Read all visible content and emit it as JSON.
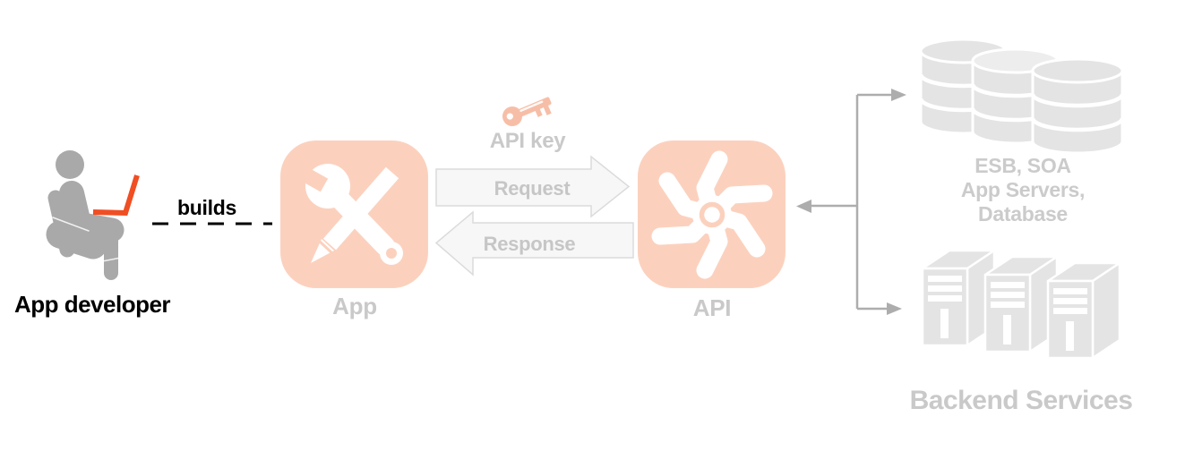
{
  "diagram": {
    "title_implicit": "App developer builds App which calls API backed by backend services"
  },
  "nodes": {
    "developer": {
      "label": "App developer",
      "icon": "person-at-laptop-icon"
    },
    "builds_link": {
      "label": "builds",
      "style": "dashed-line"
    },
    "app": {
      "label": "App",
      "icon": "wrench-and-pencil-icon"
    },
    "api_key": {
      "label": "API key",
      "icon": "key-icon"
    },
    "request": {
      "label": "Request",
      "direction": "right",
      "shape": "block-arrow"
    },
    "response": {
      "label": "Response",
      "direction": "left",
      "shape": "block-arrow"
    },
    "api": {
      "label": "API",
      "icon": "pinwheel-gear-icon"
    },
    "esb": {
      "lines": [
        "ESB, SOA",
        "App Servers,",
        "Database"
      ],
      "icon": "database-stack-icon"
    },
    "backend": {
      "label": "Backend Services",
      "icon": "server-towers-icon"
    }
  },
  "connectors": {
    "api_to_backend": "branching gray line with arrowheads to databases, servers, and back into API"
  },
  "icons": [
    "person-at-laptop-icon",
    "wrench-and-pencil-icon",
    "key-icon",
    "pinwheel-gear-icon",
    "database-stack-icon",
    "server-towers-icon"
  ],
  "colors": {
    "icon_salmon": "#FBD1BE",
    "key_salmon": "#F7BEA7",
    "laptop_orange": "#F04E23",
    "figure_gray": "#A9A9A9",
    "muted_label_gray": "#C9C9C9",
    "arrow_fill": "#F7F7F7",
    "arrow_border": "#DBDBDB",
    "connector_gray": "#ADADAD",
    "asset_gray": "#E4E4E4",
    "text_black": "#000000",
    "background": "#FFFFFF"
  }
}
